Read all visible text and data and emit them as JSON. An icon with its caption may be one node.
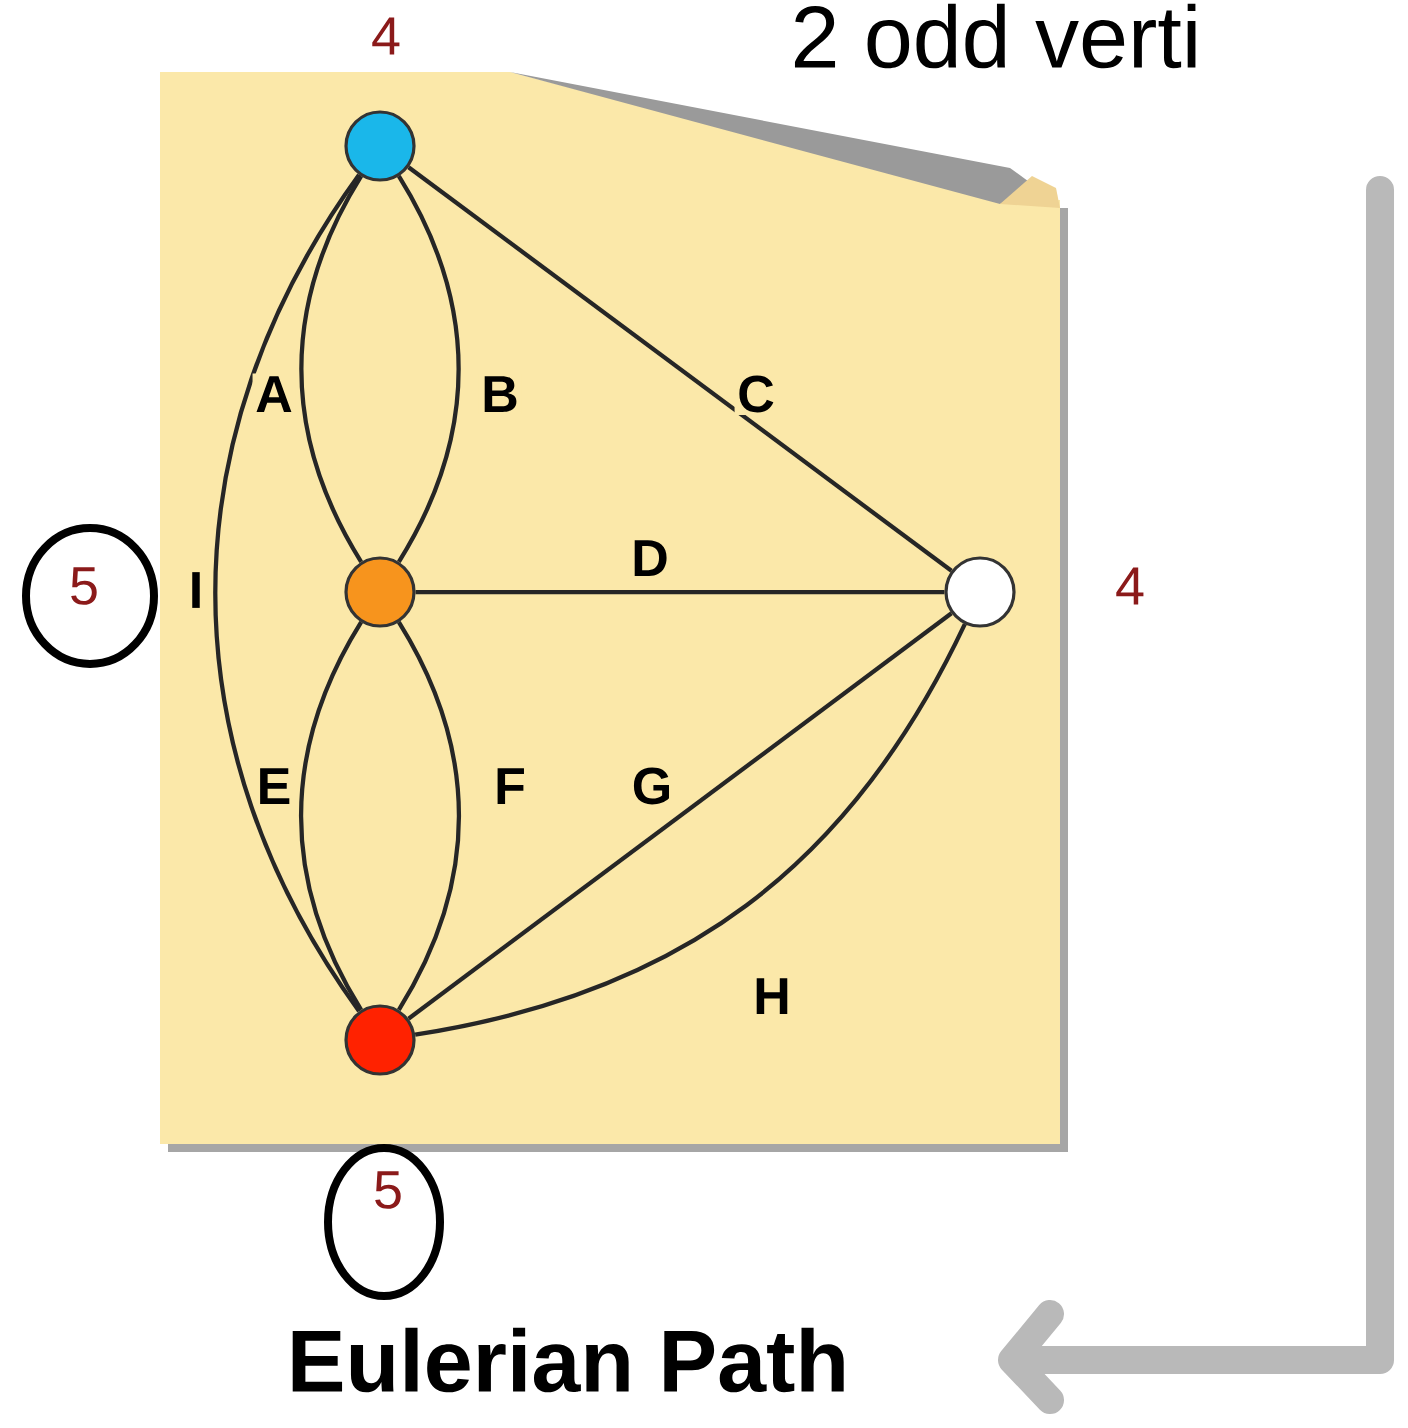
{
  "diagram": {
    "title": "Eulerian Path",
    "nodes": [
      {
        "text": [],
        "shape": "circle",
        "beside": [
          "4"
        ]
      },
      {
        "text": [],
        "shape": "circle"
      },
      {
        "text": [],
        "shape": "circle",
        "beside": [
          "4"
        ]
      },
      {
        "text": [],
        "shape": "circle",
        "beside": [
          "5"
        ]
      }
    ],
    "edges": [
      {
        "from": 0,
        "to": 1,
        "arrow": "none",
        "label": "A"
      },
      {
        "from": 0,
        "to": 1,
        "arrow": "none",
        "label": "B"
      },
      {
        "from": 0,
        "to": 2,
        "arrow": "none",
        "label": "C"
      },
      {
        "from": 1,
        "to": 2,
        "arrow": "none",
        "label": "D"
      },
      {
        "from": 1,
        "to": 3,
        "arrow": "none",
        "label": "E"
      },
      {
        "from": 1,
        "to": 3,
        "arrow": "none",
        "label": "F"
      },
      {
        "from": 3,
        "to": 2,
        "arrow": "none",
        "label": "G"
      },
      {
        "from": 3,
        "to": 2,
        "arrow": "none",
        "label": "H"
      },
      {
        "from": 0,
        "to": 3,
        "arrow": "none",
        "label": "I"
      }
    ],
    "labels": [
      "2 odd verti",
      "5"
    ]
  }
}
